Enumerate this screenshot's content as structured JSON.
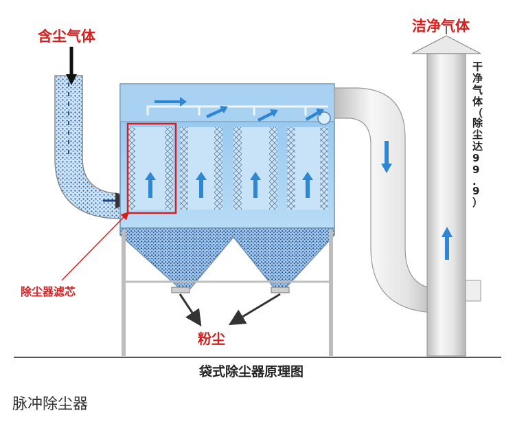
{
  "labels": {
    "dusty_gas": "含尘气体",
    "clean_gas": "洁净气体",
    "dry_gas_vertical": [
      "干",
      "净",
      "气",
      "体",
      "（",
      "除",
      "尘",
      "达",
      "9",
      "9",
      ".",
      "9",
      "）"
    ],
    "filter_cartridge": "除尘器滤芯",
    "dust": "粉尘",
    "diagram_title": "袋式除尘器原理图"
  },
  "caption": "脉冲除尘器",
  "colors": {
    "label_red": "#d71e1e",
    "housing_blue": "#9fcbee",
    "dust_blue": "#1f5fa8",
    "flow_arrow": "#3a8fd6",
    "duct_gray": "#e6e6e6"
  }
}
